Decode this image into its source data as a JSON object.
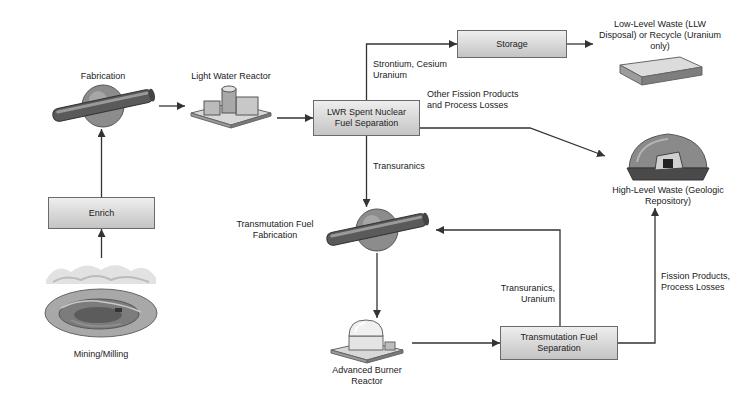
{
  "diagram": {
    "nodes": [
      {
        "text": [
          "Storage"
        ]
      },
      {
        "text": [
          "Low-Level Waste (LLW Disposal) or Recycle (Uranium only)"
        ]
      },
      {
        "text": [
          "Fabrication"
        ]
      },
      {
        "text": [
          "Light Water Reactor"
        ]
      },
      {
        "text": [
          "LWR Spent Nuclear Fuel Separation"
        ]
      },
      {
        "text": [
          "High-Level Waste (Geologic Repository)"
        ]
      },
      {
        "text": [
          "Enrich"
        ]
      },
      {
        "text": [
          "Transmutation Fuel Fabrication"
        ]
      },
      {
        "text": [
          "Mining/Milling"
        ]
      },
      {
        "text": [
          "Advanced Burner Reactor"
        ]
      },
      {
        "text": [
          "Transmutation Fuel Separation"
        ]
      }
    ],
    "edges": [
      {
        "from": 8,
        "to": 6,
        "arrow": "to"
      },
      {
        "from": 6,
        "to": 2,
        "arrow": "to"
      },
      {
        "from": 2,
        "to": 3,
        "arrow": "to"
      },
      {
        "from": 3,
        "to": 4,
        "arrow": "to"
      },
      {
        "from": 4,
        "to": 0,
        "label": "Strontium, Cesium Uranium",
        "arrow": "to"
      },
      {
        "from": 0,
        "to": 1,
        "arrow": "to"
      },
      {
        "from": 4,
        "to": 5,
        "label": "Other Fission Products and Process Losses",
        "arrow": "to"
      },
      {
        "from": 4,
        "to": 7,
        "label": "Transuranics",
        "arrow": "to"
      },
      {
        "from": 7,
        "to": 9,
        "arrow": "to"
      },
      {
        "from": 9,
        "to": 10,
        "arrow": "to"
      },
      {
        "from": 10,
        "to": 7,
        "label": "Transuranics, Uranium",
        "arrow": "to"
      },
      {
        "from": 10,
        "to": 5,
        "label": "Fission Products, Process Losses",
        "arrow": "to"
      }
    ]
  }
}
